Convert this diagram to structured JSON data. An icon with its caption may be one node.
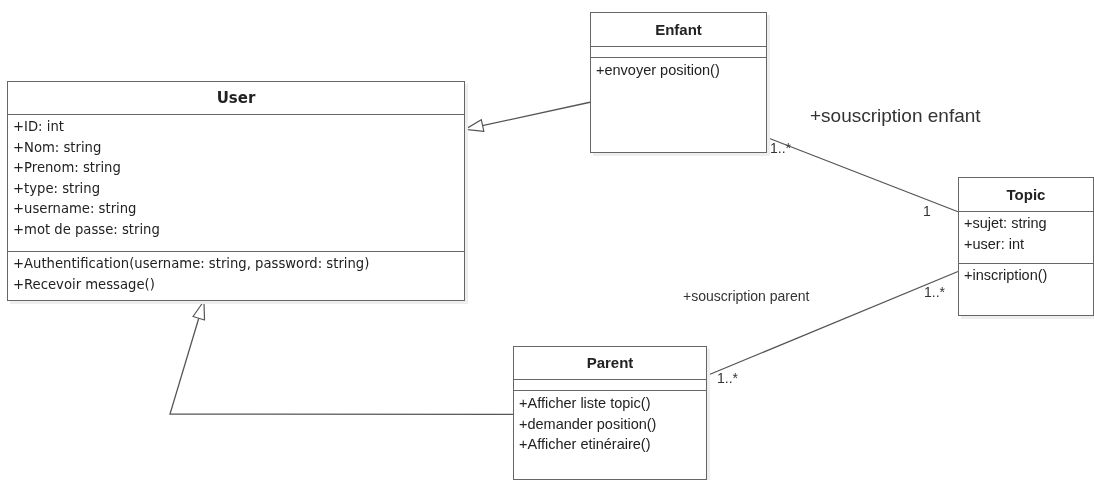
{
  "diagram": {
    "nodes": [
      {
        "text": [
          "Enfant"
        ]
      },
      {
        "text": [],
        "shape": "box",
        "in": 0
      },
      {
        "text": [
          "+envoyer position()"
        ],
        "in": 0
      },
      {
        "text": [
          "User"
        ]
      },
      {
        "text": [
          "+ID: int",
          "+Nom: string",
          "+Prenom: string",
          "+type: string",
          "+username: string",
          "+mot de passe: string"
        ],
        "in": 3
      },
      {
        "text": [
          "+Authentification(username: string, password: string)",
          "+Recevoir message()"
        ],
        "in": 3
      },
      {
        "text": [
          "Topic"
        ]
      },
      {
        "text": [
          "+sujet: string",
          "+user: int"
        ],
        "in": 6
      },
      {
        "text": [
          "+inscription()"
        ],
        "in": 6
      },
      {
        "text": [
          "Parent"
        ]
      },
      {
        "text": [],
        "shape": "box",
        "in": 9
      },
      {
        "text": [
          "+Afficher liste topic()",
          "+demander position()",
          "+Afficher etinéraire()"
        ],
        "in": 9
      }
    ],
    "edges": [
      {
        "from": 0,
        "to": 3,
        "arrow": "to"
      },
      {
        "from": 0,
        "to": 6,
        "arrow": "none",
        "label": "+souscription enfant"
      },
      {
        "from": 9,
        "to": 6,
        "arrow": "none",
        "label": "+souscription parent"
      },
      {
        "from": 9,
        "to": 3,
        "arrow": "to"
      }
    ],
    "labels": [
      "1..*",
      "1",
      "1..*",
      "1..*"
    ]
  }
}
